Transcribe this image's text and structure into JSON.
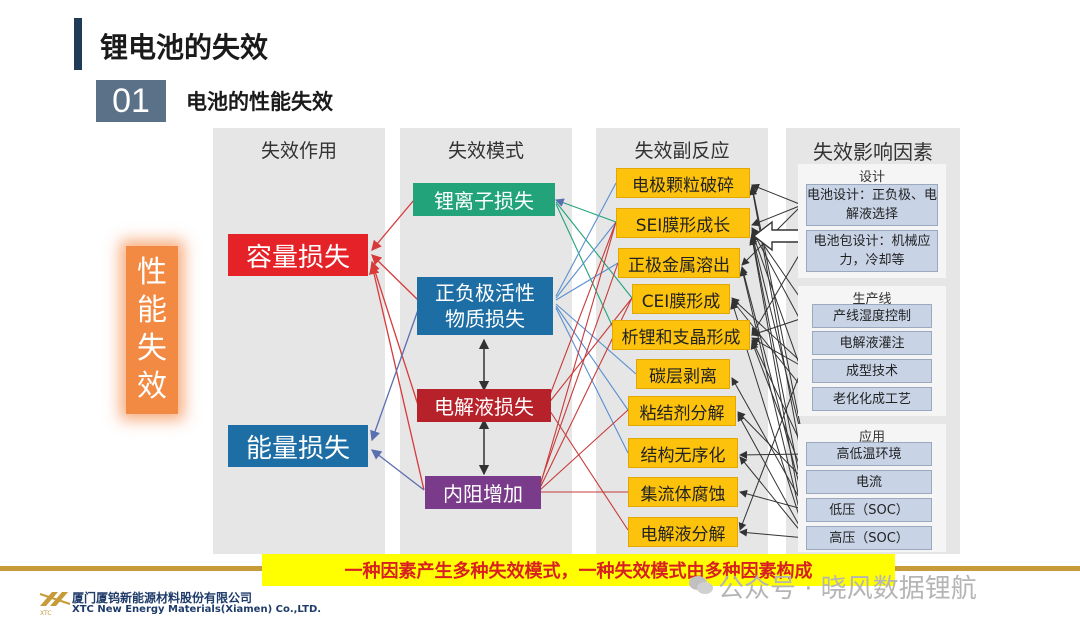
{
  "header": {
    "title": "锂电池的失效",
    "section_number": "01",
    "subtitle": "电池的性能失效"
  },
  "performance_label": [
    "性",
    "能",
    "失",
    "效"
  ],
  "columns": {
    "effect": "失效作用",
    "mode": "失效模式",
    "reaction": "失效副反应",
    "factor": "失效影响因素"
  },
  "effects": [
    "容量损失",
    "能量损失"
  ],
  "modes": [
    "锂离子损失",
    "正负极活性",
    "物质损失",
    "电解液损失",
    "内阻增加"
  ],
  "reactions": [
    "电极颗粒破碎",
    "SEI膜形成长",
    "正极金属溶出",
    "CEI膜形成",
    "析锂和支晶形成",
    "碳层剥离",
    "粘结剂分解",
    "结构无序化",
    "集流体腐蚀",
    "电解液分解"
  ],
  "factor_groups": {
    "design": {
      "title": "设计",
      "items": [
        "电池设计：正负极、电解液选择",
        "电池包设计：机械应力，冷却等"
      ]
    },
    "production": {
      "title": "生产线",
      "items": [
        "产线湿度控制",
        "电解液灌注",
        "成型技术",
        "老化化成工艺"
      ]
    },
    "application": {
      "title": "应用",
      "items": [
        "高低温环境",
        "电流",
        "低压（SOC）",
        "高压（SOC）"
      ]
    }
  },
  "banner": "一种因素产生多种失效模式，一种失效模式由多种因素构成",
  "footer": {
    "company_cn": "厦门厦钨新能源材料股份有限公司",
    "company_en": "XTC New Energy Materials(Xiamen) Co.,LTD.",
    "logo_text": "XTC",
    "watermark": "公众号 · 晓风数据锂航"
  },
  "colors": {
    "capacity_loss": "#e52227",
    "energy_loss": "#1c6ea4",
    "lithium_loss": "#22a37a",
    "active_loss": "#1c6ea4",
    "electrolyte_loss": "#b7212a",
    "resistance": "#7a3b8a",
    "reaction": "#fdc20c",
    "performance": "#f28a43",
    "banner": "#ffff00"
  }
}
